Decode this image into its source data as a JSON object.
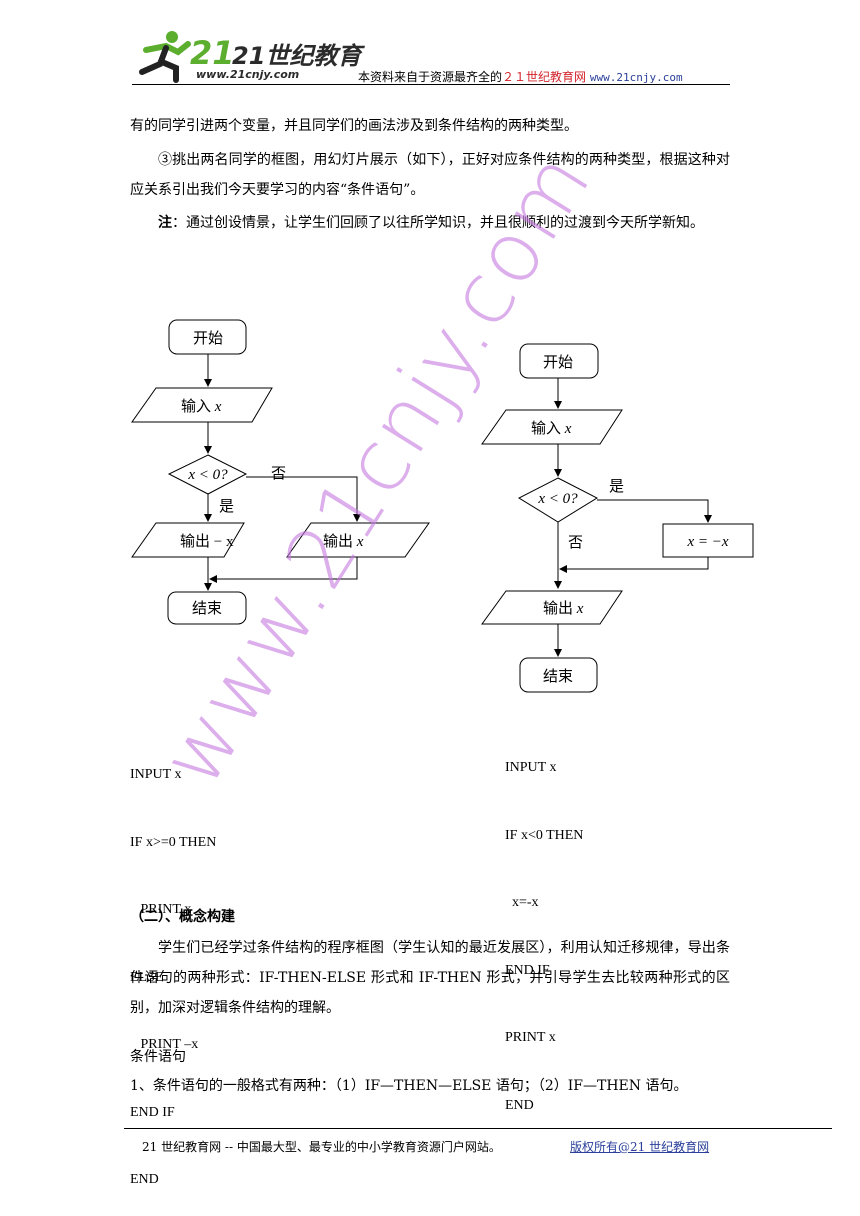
{
  "header": {
    "logo_text": "21世纪教育",
    "logo_url": "www.21cnjy.com",
    "note_prefix": "本资料来自于资源最齐全的",
    "note_brand": "２１世纪教育网",
    "note_url": "www.21cnjy.com"
  },
  "body": {
    "p1": "有的同学引进两个变量，并且同学们的画法涉及到条件结构的两种类型。",
    "p2": "③挑出两名同学的框图，用幻灯片展示（如下），正好对应条件结构的两种类型，根据这种对应关系引出我们今天要学习的内容“条件语句”。",
    "note_label": "注",
    "note_text": "：通过创设情景，让学生们回顾了以往所学知识，并且很顺利的过渡到今天所学新知。"
  },
  "flowchart_left": {
    "start": "开始",
    "input_label": "输入",
    "var": "x",
    "cond": "x < 0?",
    "no": "否",
    "yes": "是",
    "out_neg": "输出 − x",
    "out_pos_label": "输出",
    "end": "结束"
  },
  "flowchart_right": {
    "start": "开始",
    "input_label": "输入",
    "var": "x",
    "cond": "x < 0?",
    "yes": "是",
    "no": "否",
    "assign": "x = −x",
    "out_label": "输出",
    "end": "结束"
  },
  "code_left": [
    "INPUT x",
    "IF x>=0 THEN",
    "   PRINT x",
    "ELSE",
    "   PRINT –x",
    "END IF",
    "END"
  ],
  "code_right": [
    "INPUT x",
    "IF x<0 THEN",
    "  x=-x",
    "END IF",
    "PRINT x",
    "END"
  ],
  "section": {
    "title": "（二）、概念构建",
    "p1": "学生们已经学过条件结构的程序框图（学生认知的最近发展区），利用认知迁移规律，导出条件语句的两种形式：IF-THEN-ELSE 形式和 IF-THEN 形式，并引导学生去比较两种形式的区别，加深对逻辑条件结构的理解。",
    "heading": "条件语句",
    "item1": "1、条件语句的一般格式有两种：（1）IF—THEN—ELSE 语句；（2）IF—THEN 语句。"
  },
  "footer": {
    "left": "21 世纪教育网  --  中国最大型、最专业的中小学教育资源门户网站。",
    "right": "版权所有@21 世纪教育网"
  },
  "watermark": "www.21cnjy.com"
}
